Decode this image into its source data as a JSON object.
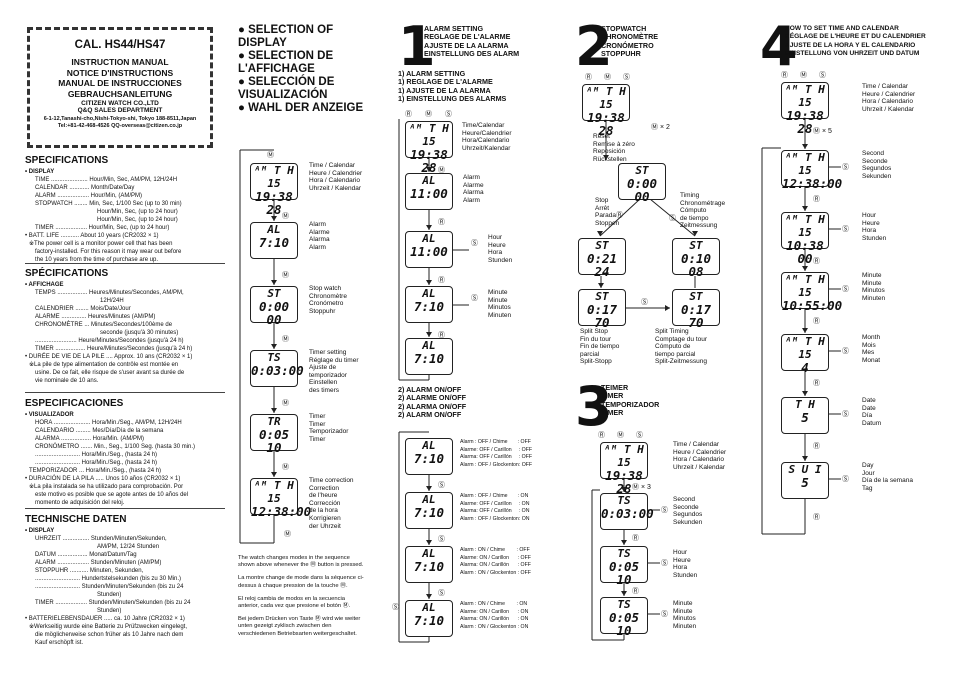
{
  "header": {
    "model": "CAL. HS44/HS47",
    "lines": [
      "INSTRUCTION MANUAL",
      "NOTICE D'INSTRUCTIONS",
      "MANUAL DE INSTRUCCIONES",
      "GEBRAUCHSANLEITUNG"
    ],
    "company": "CITIZEN WATCH CO.,LTD",
    "dept": "Q&Q SALES DEPARTMENT",
    "address": "6-1-12,Tanashi-cho,Nishi-Tokyo-shi, Tokyo 188-8511,Japan",
    "tel": "Tel:+81-42-468-4526 QQ-overseas@citizen.co.jp"
  },
  "spec_en": {
    "title": "SPECIFICATIONS",
    "lines": [
      "• DISPLAY",
      "TIME ...................... Hour/Min, Sec, AM/PM, 12H/24H",
      "CALENDAR ............ Month/Date/Day",
      "ALARM ................... Hour/Min, (AM/PM)",
      "STOPWATCH ........ Min, Sec, 1/100 Sec (up to 30 min)",
      "Hour/Min, Sec, (up to 24 hour)",
      "Hour/Min, Sec, (up to 24 hour)",
      "TIMER ................... Hour/Min, Sec, (up to 24 hour)",
      "• BATT. LIFE ........... About 10 years (CR2032 × 1)",
      "※The power cell is a monitor power cell that has been",
      "factory-installed. For this reason it may wear out before",
      "the 10 years from the time of purchase are up."
    ]
  },
  "spec_fr": {
    "title": "SPÉCIFICATIONS",
    "lines": [
      "• AFFICHAGE",
      "TEMPS .................. Heures/Minutes/Secondes, AM/PM,",
      "12H/24H",
      "CALENDRIER ........ Mois/Date/Jour",
      "ALARME ............... Heures/Minutes (AM/PM)",
      "CHRONOMÈTRE ... Minutes/Secondes/100ème de",
      "seconde (jusqu'à 30 minutes)",
      "......................... Heure/Minutes/Secondes (jusqu'à 24 h)",
      "TIMER .................. Heure/Minutes/Secondes (jusqu'à 24 h)",
      "• DURÉE DE VIE DE LA PILE .... Approx. 10 ans  (CR2032 × 1)",
      "※La pile de type alimentation de contrôle est montée en",
      "usine. De ce fait, elle risque de s'user avant sa durée de",
      "vie nominale de 10 ans."
    ]
  },
  "spec_es": {
    "title": "ESPECIFICACIONES",
    "lines": [
      "• VISUALIZADOR",
      "HORA ...................... Hora/Min./Seg., AM/PM, 12H/24H",
      "CALENDARIO ......... Mes/Día/Día de la semana",
      "ALARMA .................. Hora/Min. (AM/PM)",
      "CRONÓMETRO ....... Min., Seg., 1/100 Seg. (hasta 30 min.)",
      "........................... Hora/Min./Seg., (hasta 24 h)",
      "........................... Hora/Min./Seg., (hasta 24 h)",
      "TEMPORIZADOR ... Hora/Min./Seg., (hasta 24 h)",
      "• DURACIÓN DE LA PILA ..... Unos 10 años  (CR2032 × 1)",
      "※La pila instalada se ha utilizado para comprobación. Por",
      "este motivo es posible que se agote antes de 10 años del",
      "momento de adquisición del reloj."
    ]
  },
  "spec_de": {
    "title": "TECHNISCHE DATEN",
    "lines": [
      "• DISPLAY",
      "UHRZEIT ................ Stunden/Minuten/Sekunden,",
      "AM/PM, 12/24 Stunden",
      "DATUM .................. Monat/Datum/Tag",
      "ALARM ................... Stunden/Minuten (AM/PM)",
      "STOPPUHR ........... Minuten, Sekunden,",
      "........................... Hundertstelsekunden (bis zu 30 Min.)",
      "........................... Stunden/Minuten/Sekunden (bis zu 24",
      "Stunden)",
      "TIMER ................... Stunden/Minuten/Sekunden (bis zu 24",
      "Stunden)",
      "• BATTERIELEBENSDAUER ..... ca. 10 Jahre (CR2032 × 1)",
      "※Werkseitig wurde eine Batterie zu Prüfzwecken eingelegt,",
      "die möglicherweise schon früher als 10 Jahre nach dem",
      "Kauf erschöpft ist."
    ]
  },
  "selection": {
    "titles": [
      "● SELECTION OF",
      "   DISPLAY",
      "● SELECTION DE",
      "   L'AFFICHAGE",
      "● SELECCIÓN DE",
      "   VISUALIZACIÓN",
      "● WAHL DER ANZEIGE"
    ],
    "watches": [
      {
        "l1": "ᴬᴹ T H 15",
        "l2": "19:38 28",
        "label": [
          "Time / Calendar",
          "Heure / Calendrier",
          "Hora / Calendario",
          "Uhrzeit / Kalendar"
        ]
      },
      {
        "l1": "AL",
        "l2": "7:10",
        "label": [
          "Alarm",
          "Alarme",
          "Alarma",
          "Alarm"
        ]
      },
      {
        "l1": "ST",
        "l2": "0:00 00",
        "label": [
          "Stop watch",
          "Chronomètre",
          "Cronómetro",
          "Stoppuhr"
        ]
      },
      {
        "l1": "TS",
        "l2": "0:03:00",
        "label": [
          "Timer setting",
          "Réglage du timer",
          "Ajuste de",
          "temporizador",
          "Einstellen",
          "des timers"
        ]
      },
      {
        "l1": "TR",
        "l2": "0:05 10",
        "label": [
          "Timer",
          "Timer",
          "Temporizador",
          "Timer"
        ]
      },
      {
        "l1": "ᴬᴹ T H 15",
        "l2": "12:38:00",
        "label": [
          "Time correction",
          "Correction",
          "de l'heure",
          "Corrección",
          "de la hora",
          "Korrigieren",
          "der Uhrzeit"
        ]
      }
    ],
    "footer": [
      "The watch changes modes in the sequence",
      "shown above whenever the Ⓜ button is pressed.",
      "",
      "La montre change de mode dans la séquence ci-",
      "dessus à chaque pression de la touche Ⓜ.",
      "",
      "El reloj cambia de modos en la secuencia",
      "anterior, cada vez que presione el botón Ⓜ.",
      "",
      "Bei jedem Drücken von Taste Ⓜ wird wie weiter",
      "unten gezeigt zyklisch zwischen den",
      "verschiedenen Betriebsarten weitergeschaltet."
    ]
  },
  "alarm": {
    "num": "1",
    "title": [
      "ALARM SETTING",
      "REGLAGE DE L'ALARME",
      "AJUSTE DE LA ALARMA",
      "EINSTELLUNG DES ALARM"
    ],
    "sub1": [
      "1) ALARM SETTING",
      "1) REGLAGE DE L'ALARME",
      "1) AJUSTE DE LA ALARMA",
      "1) EINSTELLUNG DES ALARMS"
    ],
    "w1": [
      {
        "l1": "ᴬᴹ T H 15",
        "l2": "19:38 28",
        "label": [
          "Time/Calendar",
          "Heure/Calendrier",
          "Hora/Calendario",
          "Uhrzeit/Kalendar"
        ]
      },
      {
        "l1": "AL",
        "l2": "11:00",
        "label": [
          "Alarm",
          "Alarme",
          "Alarma",
          "Alarm"
        ]
      },
      {
        "l1": "AL",
        "l2": "11:00",
        "label": [
          "Hour",
          "Heure",
          "Hora",
          "Stunden"
        ]
      },
      {
        "l1": "AL",
        "l2": "7:10",
        "label": [
          "Minute",
          "Minute",
          "Minutos",
          "Minuten"
        ]
      },
      {
        "l1": "AL",
        "l2": "7:10",
        "label": []
      }
    ],
    "sub2": [
      "2) ALARM ON/OFF",
      "2) ALARME ON/OFF",
      "2) ALARMA ON/OFF",
      "2) ALARM ON/OFF"
    ],
    "w2": [
      {
        "l1": "AL",
        "l2": "7:10",
        "label": [
          "Alarm : OFF / Chime       : OFF",
          "Alarme: OFF / Carillon     : OFF",
          "Alarma: OFF / Carillón     : OFF",
          "Alarm : OFF / Glockenton: OFF"
        ]
      },
      {
        "l1": "AL",
        "l2": "7:10",
        "label": [
          "Alarm : OFF / Chime       : ON",
          "Alarme: OFF / Carillon     : ON",
          "Alarma: OFF / Carillón     : ON",
          "Alarm : OFF / Glockenton: ON"
        ]
      },
      {
        "l1": "AL",
        "l2": "7:10",
        "label": [
          "Alarm : ON / Chime        : OFF",
          "Alarme: ON / Carillon      : OFF",
          "Alarma: ON / Carillón      : OFF",
          "Alarm : ON / Glockenton : OFF"
        ]
      },
      {
        "l1": "AL",
        "l2": "7:10",
        "label": [
          "Alarm : ON / Chime        : ON",
          "Alarme: ON / Carillon      : ON",
          "Alarma: ON / Carillón      : ON",
          "Alarm : ON / Glockenton : ON"
        ]
      }
    ]
  },
  "stopwatch": {
    "num": "2",
    "title": [
      "STOPWATCH",
      "CHRONOMÈTRE",
      "CRONÓMETRO",
      "STOPPUHR"
    ],
    "reset": [
      "Reset",
      "Remise à zéro",
      "Reposición",
      "Rückstellen"
    ],
    "timing": [
      "Timing",
      "Chronométrage",
      "Cómputo",
      "de tiempo",
      "Zeitmessung"
    ],
    "stop": [
      "Stop",
      "Arrêt",
      "Parada",
      "Stoppen"
    ],
    "split": [
      "Split Stop",
      "Fin du tour",
      "Fin de tiempo",
      "parcial",
      "Split-Stopp"
    ],
    "splittiming": [
      "Split Timing",
      "Comptage du tour",
      "Cómputo de",
      "tiempo parcial",
      "Split-Zeitmessung"
    ],
    "mx": "Ⓜ × 2",
    "w": {
      "top": "ᴬᴹ T H 15",
      "top2": "19:38 28",
      "st0": "0:00 00",
      "st1": "0:21 24",
      "st2": "0:10 08",
      "st3": "0:17 70",
      "st4": "0:17 70"
    }
  },
  "timer": {
    "num": "3",
    "title": [
      "TEIMER",
      "TIMER",
      "TEMPORIZADOR",
      "TIMER"
    ],
    "mx": "Ⓜ × 3",
    "w": [
      {
        "l1": "ᴬᴹ T H 15",
        "l2": "19:38 28",
        "label": [
          "Time / Calendar",
          "Heure / Calendrier",
          "Hora / Calendario",
          "Uhrzeit / Kalendar"
        ]
      },
      {
        "l1": "TS",
        "l2": "0:03:00",
        "label": [
          "Second",
          "Seconde",
          "Segundos",
          "Sekunden"
        ]
      },
      {
        "l1": "TS",
        "l2": "0:05 10",
        "label": [
          "Hour",
          "Heure",
          "Hora",
          "Stunden"
        ]
      },
      {
        "l1": "TS",
        "l2": "0:05 10",
        "label": [
          "Minute",
          "Minute",
          "Minutos",
          "Minuten"
        ]
      }
    ]
  },
  "timeset": {
    "num": "4",
    "title": [
      "HOW TO SET TIME AND CALENDAR",
      "RÉGLAGE DE L'HEURE ET DU CALENDRIER",
      "AJUSTE DE LA HORA Y EL CALENDARIO",
      "EINSTELLUNG VON UHRZEIT UND DATUM"
    ],
    "mx": "Ⓜ × 5",
    "w": [
      {
        "l1": "ᴬᴹ T H 15",
        "l2": "19:38 28",
        "label": [
          "Time / Calendar",
          "Heure / Calendrier",
          "Hora / Calendario",
          "Uhrzeit / Kalendar"
        ]
      },
      {
        "l1": "ᴬᴹ T H 15",
        "l2": "12:38:00",
        "label": [
          "Second",
          "Seconde",
          "Segundos",
          "Sekunden"
        ]
      },
      {
        "l1": "ᴬᴹ T H 15",
        "l2": "10:38 00",
        "label": [
          "Hour",
          "Heure",
          "Hora",
          "Stunden"
        ]
      },
      {
        "l1": "ᴬᴹ T H 15",
        "l2": "10:55:00",
        "label": [
          "Minute",
          "Minute",
          "Minutos",
          "Minuten"
        ]
      },
      {
        "l1": "ᴬᴹ T H 15",
        "l2": "4",
        "label": [
          "Month",
          "Mois",
          "Mes",
          "Monat"
        ]
      },
      {
        "l1": "T H",
        "l2": "5",
        "label": [
          "Date",
          "Date",
          "Día",
          "Datum"
        ]
      },
      {
        "l1": "S U I",
        "l2": "5",
        "label": [
          "Day",
          "Jour",
          "Día de la semana",
          "Tag"
        ]
      }
    ]
  },
  "buttons": {
    "r": "Ⓡ",
    "m": "Ⓜ",
    "s": "Ⓢ"
  }
}
